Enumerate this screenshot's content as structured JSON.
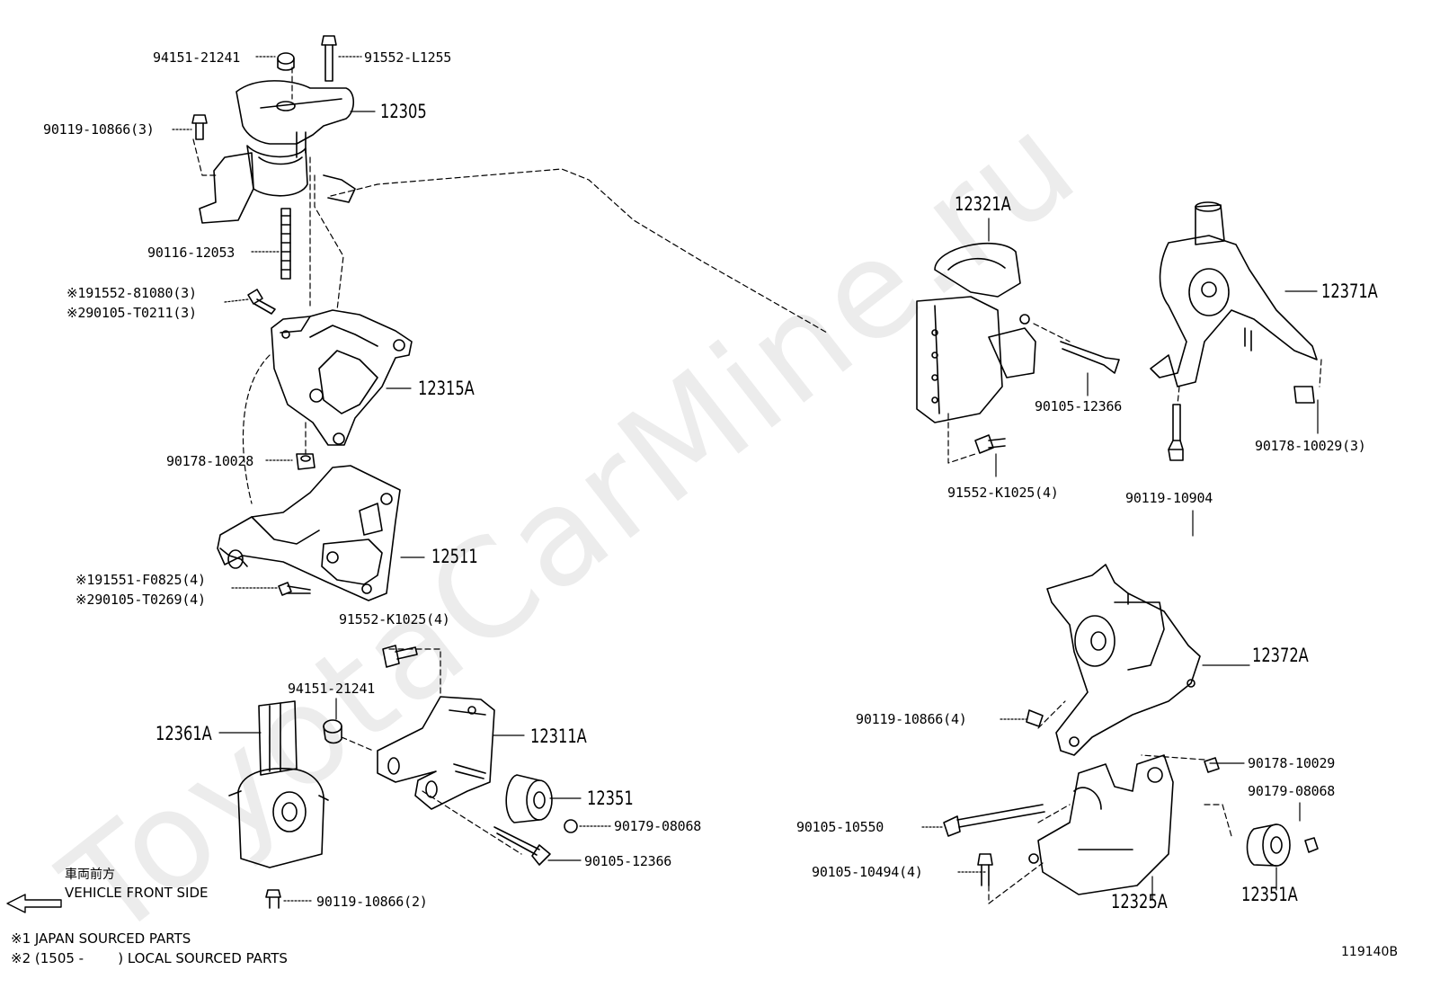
{
  "watermark": "ToyotaCarMine.ru",
  "labels": {
    "p94151_top": "94151-21241",
    "p91552_l1255": "91552-L1255",
    "p12305": "12305",
    "p90119_10866_3": "90119-10866(3)",
    "p90116": "90116-12053",
    "p91552_81080": "※191552-81080(3)",
    "p90105_t0211": "※290105-T0211(3)",
    "p12315a": "12315A",
    "p90178_10028": "90178-10028",
    "p12511": "12511",
    "p91551_f0825": "※191551-F0825(4)",
    "p90105_t0269": "※290105-T0269(4)",
    "p91552_k1025_left": "91552-K1025(4)",
    "p94151_mid": "94151-21241",
    "p12361a": "12361A",
    "p12311a": "12311A",
    "p12351": "12351",
    "p90179_08068_left": "90179-08068",
    "p90105_12366_left": "90105-12366",
    "p90119_10866_2": "90119-10866(2)",
    "p12321a": "12321A",
    "p90105_12366_right": "90105-12366",
    "p91552_k1025_right": "91552-K1025(4)",
    "p12371a": "12371A",
    "p90178_10029_3": "90178-10029(3)",
    "p90119_10904": "90119-10904",
    "p12372a": "12372A",
    "p90119_10866_4": "90119-10866(4)",
    "p90178_10029": "90178-10029",
    "p90179_08068_right": "90179-08068",
    "p90105_10550": "90105-10550",
    "p90105_10494": "90105-10494(4)",
    "p12325a": "12325A",
    "p12351a": "12351A"
  },
  "front": {
    "jp": "車両前方",
    "en": "VEHICLE FRONT SIDE"
  },
  "notes": {
    "n1": "※1 JAPAN SOURCED PARTS",
    "n2": "※2 (1505 -        ) LOCAL SOURCED PARTS"
  },
  "figure_id": "119140B"
}
